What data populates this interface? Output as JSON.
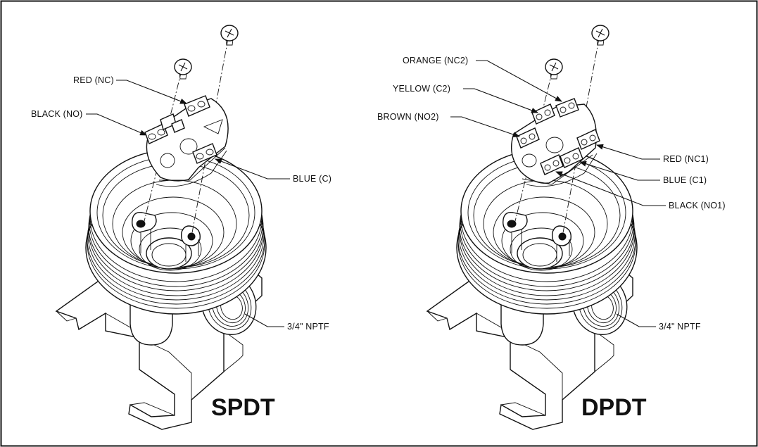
{
  "diagrams": [
    {
      "title": "SPDT",
      "labels": {
        "red": "RED (NC)",
        "black": "BLACK (NO)",
        "blue": "BLUE (C)",
        "fitting": "3/4\" NPTF"
      }
    },
    {
      "title": "DPDT",
      "labels": {
        "orange": "ORANGE (NC2)",
        "yellow": "YELLOW (C2)",
        "brown": "BROWN (NO2)",
        "red": "RED (NC1)",
        "blue": "BLUE (C1)",
        "black": "BLACK (NO1)",
        "fitting": "3/4\" NPTF"
      }
    }
  ]
}
